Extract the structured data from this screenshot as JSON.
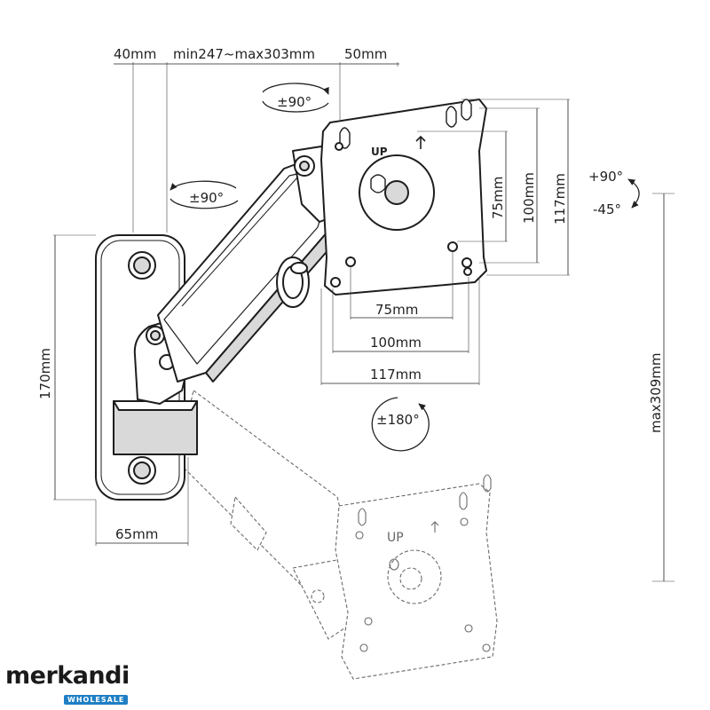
{
  "dimensions": {
    "wall_offset": "40mm",
    "arm_reach": "min247~max303mm",
    "plate_offset": "50mm",
    "vesa_vert_75": "75mm",
    "vesa_vert_100": "100mm",
    "vesa_vert_117": "117mm",
    "vesa_horiz_75": "75mm",
    "vesa_horiz_100": "100mm",
    "vesa_horiz_117": "117mm",
    "wall_plate_height": "170mm",
    "wall_plate_width": "65mm",
    "max_height": "max309mm"
  },
  "rotations": {
    "plate_swivel": "±90°",
    "arm_swivel": "±90°",
    "tilt_up": "+90°",
    "tilt_down": "-45°",
    "rotation": "±180°"
  },
  "plate_label": "UP",
  "logo": {
    "brand": "merkandi",
    "tagline": "WHOLESALE",
    "accent_color": "#1f7fc4"
  }
}
